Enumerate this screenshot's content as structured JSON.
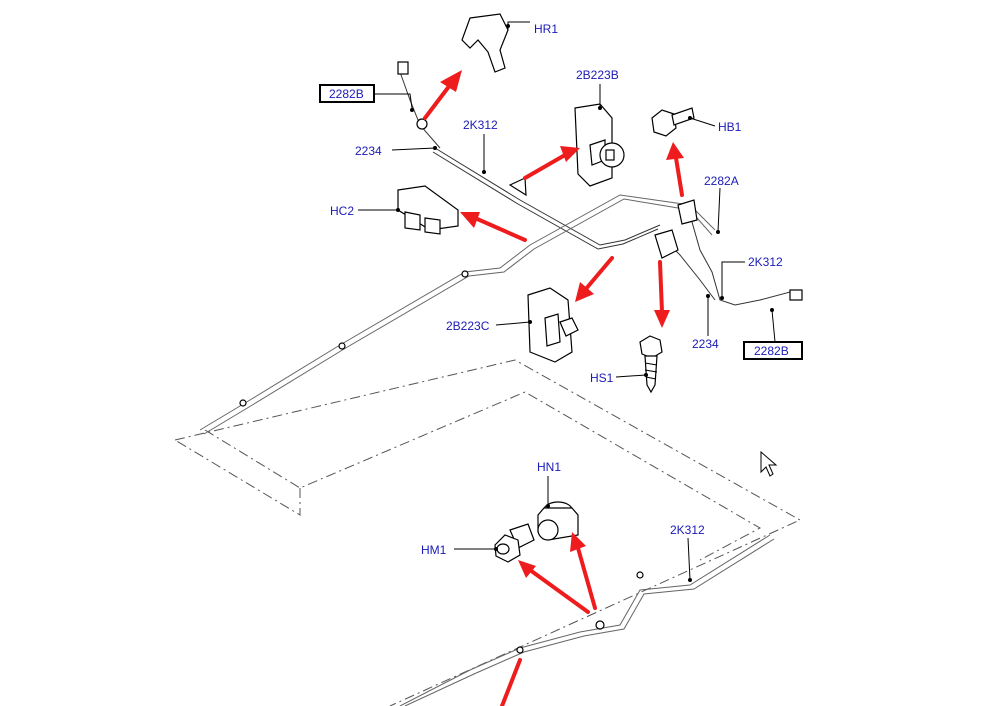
{
  "labels": {
    "hr1": "HR1",
    "b2282_top": "2282B",
    "l2234_top": "2234",
    "k2k312_top": "2K312",
    "b2b223b": "2B223B",
    "hb1": "HB1",
    "a2282a": "2282A",
    "hc2": "HC2",
    "k2k312_right": "2K312",
    "b2b223c": "2B223C",
    "l2234_right": "2234",
    "b2282_right": "2282B",
    "hs1": "HS1",
    "hn1": "HN1",
    "hm1": "HM1",
    "k2k312_bottom": "2K312"
  },
  "colors": {
    "label_text": "#1a1ab8",
    "arrow": "#ee1c1c",
    "line": "#333333"
  },
  "icons": {
    "cursor": "mouse-pointer-icon"
  }
}
